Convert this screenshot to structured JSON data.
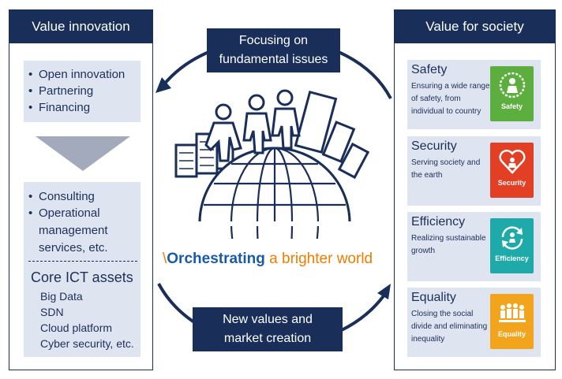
{
  "left_panel": {
    "title": "Value innovation",
    "top_items": [
      "Open innovation",
      "Partnering",
      "Financing"
    ],
    "bottom_items": [
      "Consulting",
      "Operational management services, etc."
    ],
    "core": {
      "title": "Core ICT assets",
      "items": [
        "Big Data",
        "SDN",
        "Cloud platform",
        "Cyber security, etc."
      ]
    }
  },
  "center": {
    "top_box": [
      "Focusing on",
      "fundamental issues"
    ],
    "bottom_box": [
      "New values and",
      "market creation"
    ],
    "tagline": {
      "slash": "\\",
      "strong": "Orchestrating",
      "rest": " a brighter world"
    }
  },
  "right_panel": {
    "title": "Value for society",
    "values": [
      {
        "title": "Safety",
        "desc": "Ensuring a wide range of safety, from individual to country",
        "icon_label": "Safety",
        "icon": "safety-icon",
        "color": "#5cae3f"
      },
      {
        "title": "Security",
        "desc": "Serving society and the earth",
        "icon_label": "Security",
        "icon": "security-icon",
        "color": "#e23f24"
      },
      {
        "title": "Efficiency",
        "desc": "Realizing sustainable growth",
        "icon_label": "Efficiency",
        "icon": "efficiency-icon",
        "color": "#1eaaa9"
      },
      {
        "title": "Equality",
        "desc": "Closing the social divide and eliminating inequality",
        "icon_label": "Equality",
        "icon": "equality-icon",
        "color": "#f2a51c"
      }
    ]
  },
  "colors": {
    "navy": "#1a2e5a",
    "light_box": "#dfe4f1",
    "arrow_gray": "#a3aabb",
    "orange": "#ee7d00",
    "blue": "#1b5aa6"
  }
}
